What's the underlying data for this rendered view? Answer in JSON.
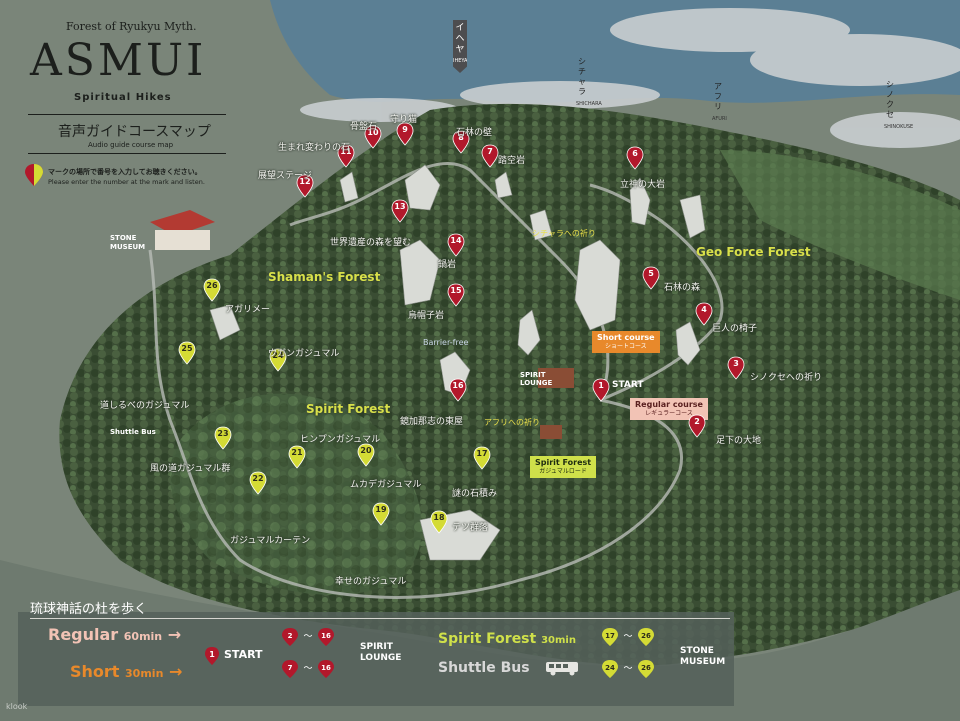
{
  "header": {
    "subtitle": "Forest of Ryukyu Myth.",
    "title": "ASMUI",
    "tagline": "Spiritual Hikes",
    "map_title_jp": "音声ガイドコースマップ",
    "map_title_en": "Audio guide course map",
    "instruction_jp": "マークの場所で番号を入力してお聴きください。",
    "instruction_en": "Please enter the number at the mark and listen."
  },
  "route_tags": [
    {
      "jp": "イヘヤ",
      "en": "IHEYA"
    },
    {
      "jp": "シチャラ",
      "en": "SHICHARA"
    },
    {
      "jp": "アフリ",
      "en": "AFURI"
    },
    {
      "jp": "シノクセ",
      "en": "SHINOKUSE"
    }
  ],
  "zones": {
    "shaman": "Shaman's Forest",
    "geo": "Geo Force Forest",
    "spirit": "Spirit Forest",
    "barrier": "Barrier-free",
    "stone_museum": "STONE MUSEUM",
    "spirit_lounge": "SPIRIT LOUNGE",
    "start": "START",
    "shuttle_bus": "Shuttle Bus"
  },
  "course_boxes": {
    "short_en": "Short course",
    "short_jp": "ショートコース",
    "regular_en": "Regular course",
    "regular_jp": "レギュラーコース",
    "spirit_en": "Spirit Forest",
    "spirit_jp": "ガジュマルロード"
  },
  "spots": [
    {
      "n": "1",
      "type": "red",
      "label": ""
    },
    {
      "n": "2",
      "type": "red",
      "label": "足下の大地"
    },
    {
      "n": "3",
      "type": "red",
      "label": "シノクセへの祈り"
    },
    {
      "n": "4",
      "type": "red",
      "label": "巨人の椅子"
    },
    {
      "n": "5",
      "type": "red",
      "label": "石林の森"
    },
    {
      "n": "6",
      "type": "red",
      "label": "立神の大岩"
    },
    {
      "n": "7",
      "type": "red",
      "label": "踏空岩"
    },
    {
      "n": "8",
      "type": "red",
      "label": "石林の壁"
    },
    {
      "n": "9",
      "type": "red",
      "label": "守り猫"
    },
    {
      "n": "10",
      "type": "red",
      "label": "骨盤石"
    },
    {
      "n": "11",
      "type": "red",
      "label": "生まれ変わりの石"
    },
    {
      "n": "12",
      "type": "red",
      "label": "展望ステージ"
    },
    {
      "n": "13",
      "type": "red",
      "label": "世界遺産の森を望む"
    },
    {
      "n": "14",
      "type": "red",
      "label": "鍋岩"
    },
    {
      "n": "15",
      "type": "red",
      "label": "烏帽子岩"
    },
    {
      "n": "16",
      "type": "red",
      "label": "鏡加那志の東屋"
    },
    {
      "n": "17",
      "type": "yel",
      "label": "謎の石積み"
    },
    {
      "n": "18",
      "type": "yel",
      "label": "テツ群落"
    },
    {
      "n": "19",
      "type": "yel",
      "label": "幸せのガジュマル"
    },
    {
      "n": "20",
      "type": "yel",
      "label": "ムカデガジュマル"
    },
    {
      "n": "21",
      "type": "yel",
      "label": "ヒンプンガジュマル"
    },
    {
      "n": "22",
      "type": "yel",
      "label": "ガジュマルカーテン"
    },
    {
      "n": "23",
      "type": "yel",
      "label": "風の道ガジュマル群"
    },
    {
      "n": "24",
      "type": "yel",
      "label": "ウガンガジュマル"
    },
    {
      "n": "25",
      "type": "yel",
      "label": "道しるべのガジュマル"
    },
    {
      "n": "26",
      "type": "yel",
      "label": "アガリメー"
    }
  ],
  "extra_labels": {
    "shichara_prayer": "シチャラへの祈り",
    "afuri_prayer": "アフリへの祈り"
  },
  "legend": {
    "heading": "琉球神話の杜を歩く",
    "regular": "Regular",
    "regular_time": "60min",
    "short": "Short",
    "short_time": "30min",
    "start": "START",
    "range_a_from": "2",
    "range_a_to": "16",
    "range_b_from": "7",
    "range_b_to": "16",
    "spirit_lounge_l1": "SPIRIT",
    "spirit_lounge_l2": "LOUNGE",
    "spirit_forest": "Spirit Forest",
    "spirit_forest_time": "30min",
    "shuttle_bus": "Shuttle Bus",
    "range_c_from": "17",
    "range_c_to": "26",
    "range_d_from": "24",
    "range_d_to": "26",
    "stone_l1": "STONE",
    "stone_l2": "MUSEUM",
    "tilde": "〜",
    "start_n": "1"
  },
  "watermark": "klook",
  "colors": {
    "pin_red": "#b2182b",
    "pin_yellow": "#d4db35",
    "regular_color": "#f2c3b5",
    "short_color": "#e8892b",
    "spirit_color": "#cfe04a",
    "forest_dark": "#33452e",
    "sea": "#5b7f94"
  }
}
